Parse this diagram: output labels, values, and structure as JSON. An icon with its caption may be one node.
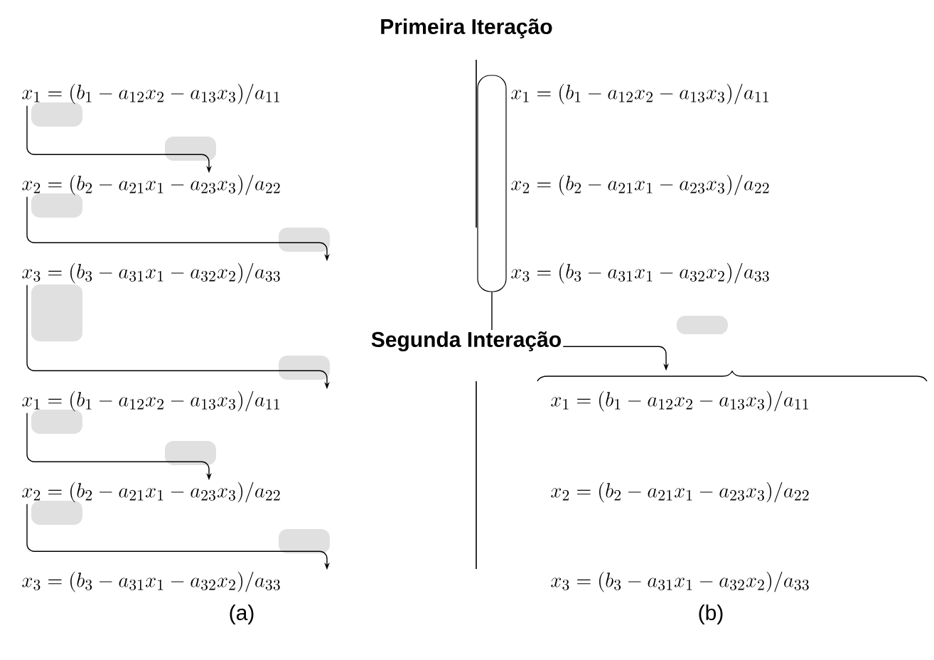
{
  "diagram": {
    "title": "Primeira Iteração",
    "nodes": [
      {
        "text": [
          "x_1 = (b_1 - a_{12}x_2 - a_{13}x_3)/a_{11}"
        ]
      },
      {
        "text": [
          "x_2 = (b_2 - a_{21}x_1 - a_{23}x_3)/a_{22}"
        ]
      },
      {
        "text": [
          "x_3 = (b_3 - a_{31}x_1 - a_{32}x_2)/a_{33}"
        ]
      },
      {
        "text": [
          "x_1 = (b_1 - a_{12}x_2 - a_{13}x_3)/a_{11}"
        ]
      },
      {
        "text": [
          "x_2 = (b_2 - a_{21}x_1 - a_{23}x_3)/a_{22}"
        ]
      },
      {
        "text": [
          "x_3 = (b_3 - a_{31}x_1 - a_{32}x_2)/a_{33}"
        ]
      },
      {
        "text": [
          "x_1 = (b_1 - a_{12}x_2 - a_{13}x_3)/a_{11}"
        ]
      },
      {
        "text": [
          "x_2 = (b_2 - a_{21}x_1 - a_{23}x_3)/a_{22}"
        ]
      },
      {
        "text": [
          "x_3 = (b_3 - a_{31}x_1 - a_{32}x_2)/a_{33}"
        ]
      },
      {
        "text": [
          "x_1 = (b_1 - a_{12}x_2 - a_{13}x_3)/a_{11}"
        ]
      },
      {
        "text": [
          "x_2 = (b_2 - a_{21}x_1 - a_{23}x_3)/a_{22}"
        ]
      },
      {
        "text": [
          "x_3 = (b_3 - a_{31}x_1 - a_{32}x_2)/a_{33}"
        ]
      },
      {
        "text": [],
        "shape": "box"
      }
    ],
    "edges": [
      {
        "from": 0,
        "to": 1,
        "arrow": "to"
      },
      {
        "from": 1,
        "to": 2,
        "arrow": "to"
      },
      {
        "from": 2,
        "to": 3,
        "arrow": "to"
      },
      {
        "from": 3,
        "to": 4,
        "arrow": "to"
      },
      {
        "from": 4,
        "to": 5,
        "arrow": "to"
      },
      {
        "from": 12,
        "to": 9,
        "arrow": "to"
      }
    ],
    "labels": [
      "Segunda Interação",
      "(a)",
      "(b)"
    ]
  }
}
